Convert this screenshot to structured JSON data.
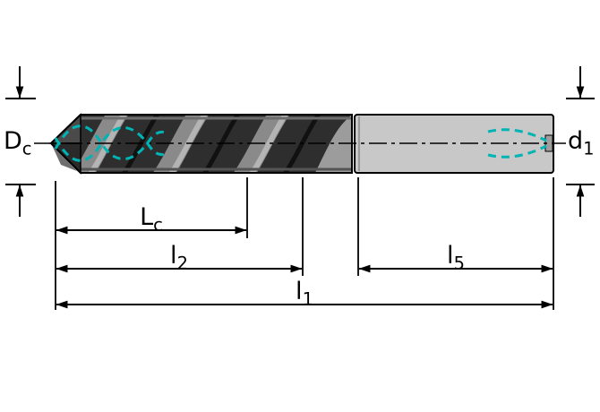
{
  "figure": {
    "type": "technical-dimension-drawing",
    "subject": "twist drill with internal coolant channels",
    "labels": {
      "dc": {
        "base": "D",
        "sub": "c"
      },
      "d1": {
        "base": "d",
        "sub": "1"
      },
      "lc": {
        "base": "L",
        "sub": "c"
      },
      "l2": {
        "base": "l",
        "sub": "2"
      },
      "l5": {
        "base": "l",
        "sub": "5"
      },
      "l1": {
        "base": "l",
        "sub": "1"
      }
    },
    "colors": {
      "coolant": "#00b4b4",
      "outline": "#000000",
      "flute_dark": "#2e2e2e",
      "flute_light": "#8a8a8a",
      "flute_runout": "#9c9c9c",
      "shank_fill": "#c8c8c8",
      "background": "#ffffff"
    }
  }
}
